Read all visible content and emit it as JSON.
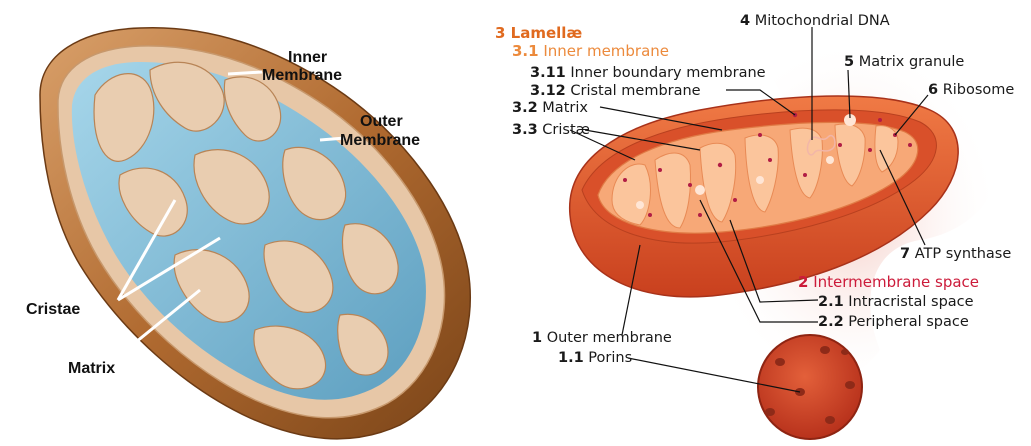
{
  "left_diagram": {
    "inner_membrane": {
      "line1": "Inner",
      "line2": "Membrane"
    },
    "outer_membrane": {
      "line1": "Outer",
      "line2": "Membrane"
    },
    "cristae": "Cristae",
    "matrix": "Matrix"
  },
  "right_diagram": {
    "lamellae": {
      "num": "3",
      "text": "Lamellæ"
    },
    "inner_membrane": {
      "num": "3.1",
      "text": "Inner membrane"
    },
    "inner_boundary_membrane": {
      "num": "3.11",
      "text": "Inner boundary membrane"
    },
    "cristal_membrane": {
      "num": "3.12",
      "text": "Cristal membrane"
    },
    "matrix": {
      "num": "3.2",
      "text": "Matrix"
    },
    "cristae": {
      "num": "3.3",
      "text": "Cristæ"
    },
    "mitochondrial_dna": {
      "num": "4",
      "text": "Mitochondrial DNA"
    },
    "matrix_granule": {
      "num": "5",
      "text": "Matrix granule"
    },
    "ribosome": {
      "num": "6",
      "text": "Ribosome"
    },
    "atp_synthase": {
      "num": "7",
      "text": "ATP synthase"
    },
    "intermembrane_space": {
      "num": "2",
      "text": "Intermembrane space"
    },
    "intracristal_space": {
      "num": "2.1",
      "text": "Intracristal space"
    },
    "peripheral_space": {
      "num": "2.2",
      "text": "Peripheral space"
    },
    "outer_membrane": {
      "num": "1",
      "text": "Outer membrane"
    },
    "porins": {
      "num": "1.1",
      "text": "Porins"
    }
  },
  "colors": {
    "left_outer": "#a9662f",
    "left_inner": "#e3c2a3",
    "left_matrix": "#7fbcd6",
    "right_outer": "#e2552a",
    "right_inner": "#f7a877",
    "label_orange": "#e06a1f",
    "label_red": "#cc1b3a"
  }
}
